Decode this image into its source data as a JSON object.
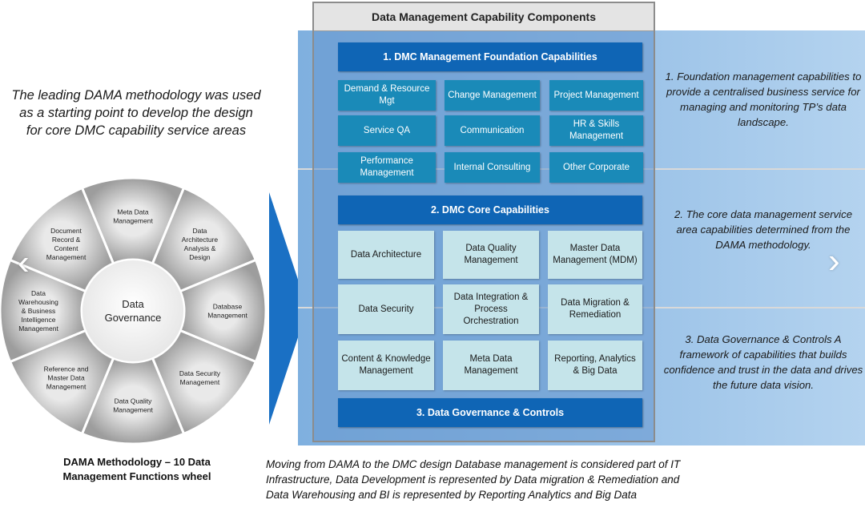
{
  "intro_text": "The leading DAMA methodology was used as a starting point to develop the design for core DMC capability service areas",
  "wheel": {
    "center": [
      "Data",
      "Governance"
    ],
    "segments": [
      {
        "lines": [
          "Meta Data",
          "Management"
        ]
      },
      {
        "lines": [
          "Data",
          "Architecture",
          "Analysis &",
          "Design"
        ]
      },
      {
        "lines": [
          "Database",
          "Management"
        ]
      },
      {
        "lines": [
          "Data Security",
          "Management"
        ]
      },
      {
        "lines": [
          "Data Quality",
          "Management"
        ]
      },
      {
        "lines": [
          "Reference and",
          "Master Data",
          "Management"
        ]
      },
      {
        "lines": [
          "Data",
          "Warehousing",
          "& Business",
          "Intelligence",
          "Management"
        ]
      },
      {
        "lines": [
          "Document",
          "Record &",
          "Content",
          "Management"
        ]
      }
    ],
    "caption": "DAMA Methodology  – 10 Data Management Functions wheel"
  },
  "panel": {
    "title": "Data Management Capability Components",
    "section1": {
      "header": "1. DMC Management Foundation Capabilities",
      "cells": [
        "Demand & Resource Mgt",
        "Change Management",
        "Project Management",
        "Service QA",
        "Communication",
        "HR & Skills Management",
        "Performance Management",
        "Internal Consulting",
        "Other Corporate"
      ]
    },
    "section2": {
      "header": "2. DMC Core Capabilities",
      "cells": [
        "Data Architecture",
        "Data Quality Management",
        "Master Data Management (MDM)",
        "Data Security",
        "Data Integration & Process Orchestration",
        "Data Migration & Remediation",
        "Content & Knowledge Management",
        "Meta Data Management",
        "Reporting, Analytics & Big Data"
      ]
    },
    "section3": {
      "header": "3. Data Governance & Controls"
    }
  },
  "notes": {
    "note1": "1. Foundation management capabilities to provide a centralised business service for managing and monitoring TP’s data landscape.",
    "note2": "2. The core data management service area capabilities determined from the DAMA methodology.",
    "note3": "3. Data Governance & Controls A framework of capabilities that builds confidence and trust in the data and drives the future data vision."
  },
  "bottom_note": "Moving from DAMA to the DMC design Database management is considered part of IT Infrastructure, Data Development is represented by Data migration & Remediation and Data Warehousing and BI is represented by Reporting Analytics and Big Data",
  "colors": {
    "header_blue": "#0f65b5",
    "cell_dark": "#1a8ab8",
    "cell_light": "#c5e4ea",
    "arrow_blue": "#1a70c4"
  },
  "icons": {
    "prev": "chevron-left-icon",
    "next": "chevron-right-icon"
  }
}
